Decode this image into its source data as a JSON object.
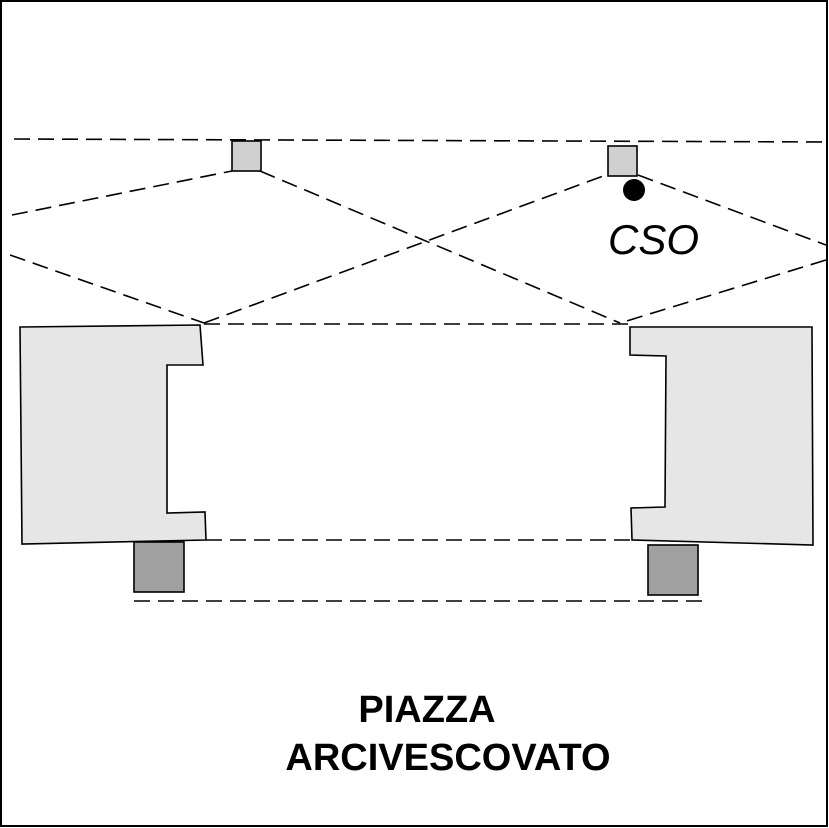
{
  "diagram": {
    "sensor_label": "CSO",
    "square_name_line1": "PIAZZA",
    "square_name_line2": "ARCIVESCOVATO"
  },
  "colors": {
    "building_fill": "#e6e6e6",
    "pillar_fill": "#a0a0a0",
    "camera_box_fill": "#d0d0d0",
    "stroke": "#000000",
    "background": "#ffffff"
  }
}
